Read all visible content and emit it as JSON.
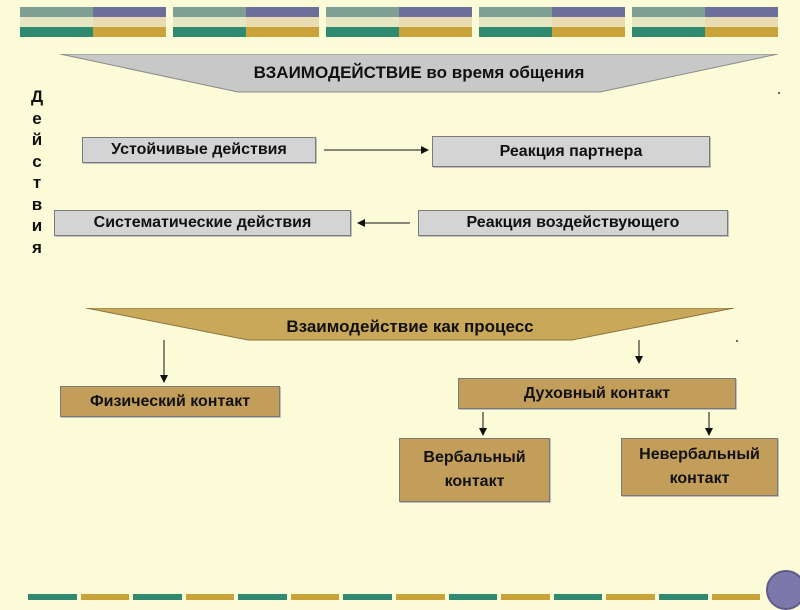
{
  "top_banner": {
    "text": "ВЗАИМОДЕЙСТВИЕ во время общения"
  },
  "side_label": {
    "letters": [
      "Д",
      "е",
      "й",
      "с",
      "т",
      "в",
      "и",
      "я"
    ]
  },
  "actions": {
    "stable": "Устойчивые действия",
    "systematic": "Систематические действия"
  },
  "reactions": {
    "partner": "Реакция партнера",
    "influencer": "Реакция воздействующего"
  },
  "process_banner": {
    "text": "Взаимодействие как процесс"
  },
  "contacts": {
    "physical": "Физический контакт",
    "spiritual": "Духовный контакт",
    "verbal": "Вербальный контакт",
    "nonverbal": "Невербальный контакт"
  },
  "colors": {
    "background": "#fbfbd7",
    "banner_grey": "#c8c8c8",
    "banner_tan": "#c9a85a",
    "box_grey": "#d4d4d4",
    "box_tan": "#c39e5a"
  }
}
